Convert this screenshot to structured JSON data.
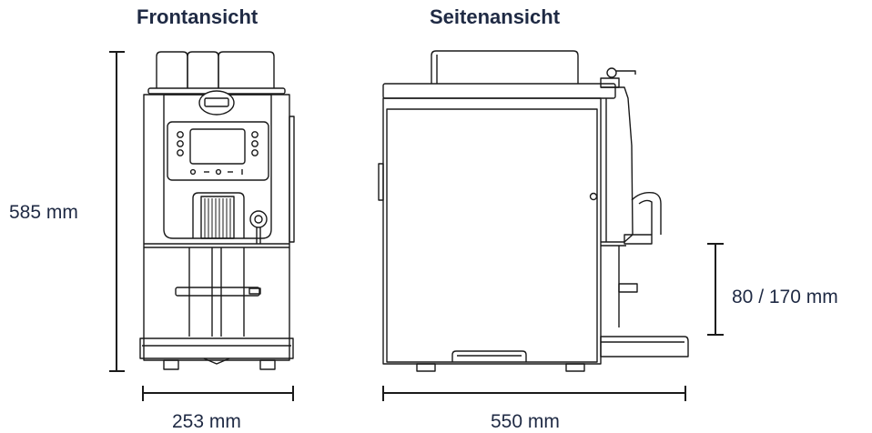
{
  "titles": {
    "front": "Frontansicht",
    "side": "Seitenansicht"
  },
  "dimensions": {
    "height": "585 mm",
    "width": "253 mm",
    "depth": "550 mm",
    "outlet": "80 / 170 mm"
  },
  "colors": {
    "text": "#1f2a44",
    "line": "#1a1a1a"
  }
}
